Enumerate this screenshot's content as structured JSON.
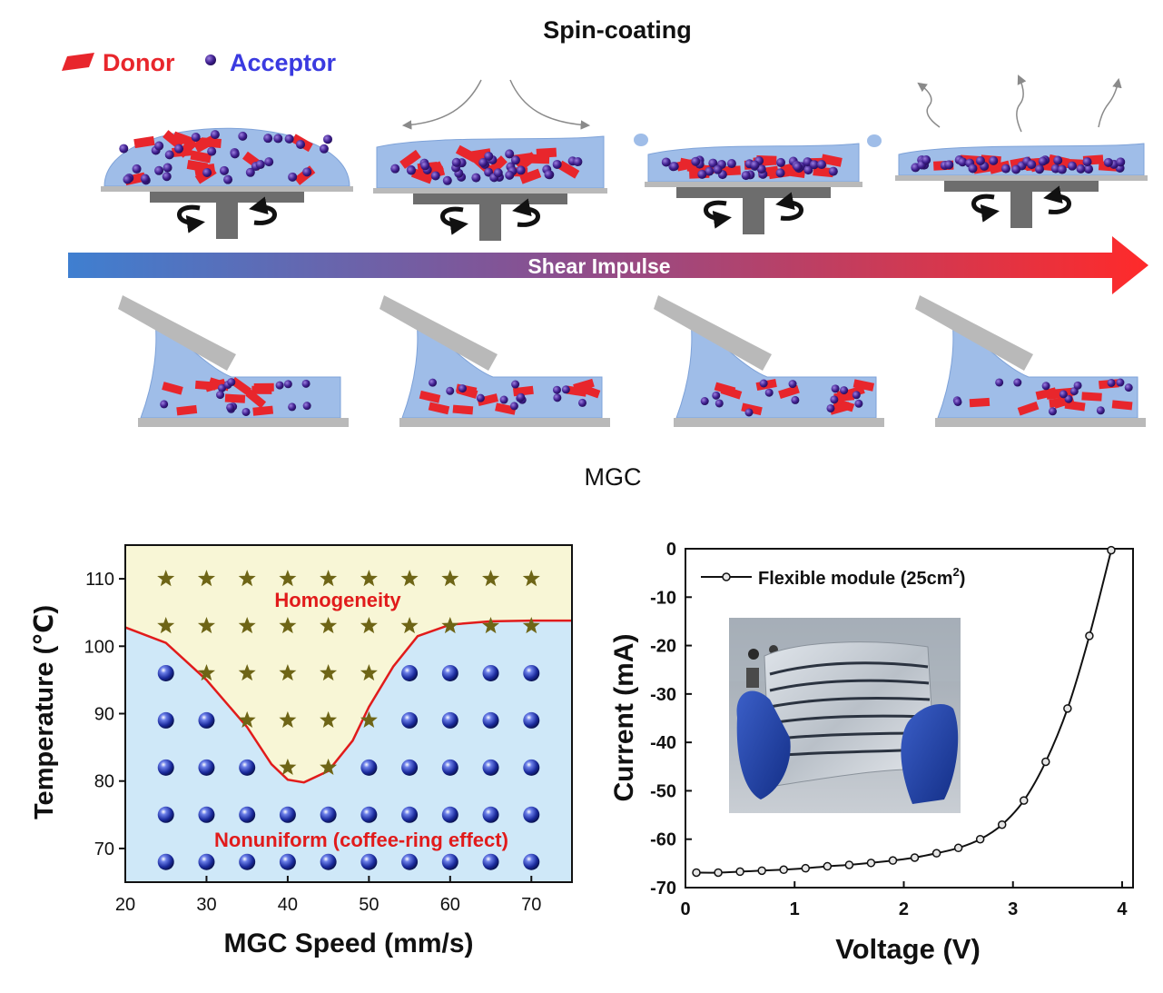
{
  "figure": {
    "top_title": "Spin-coating",
    "bottom_title": "MGC",
    "arrow_label": "Shear Impulse",
    "legend": {
      "donor": "Donor",
      "acceptor": "Acceptor"
    },
    "colors": {
      "donor": "#e8262c",
      "acceptor": "#3f1f8f",
      "solution": "#9fbde8",
      "arrow_start": "#3f7fd0",
      "arrow_end": "#ff2a2a"
    }
  },
  "chart_data": [
    {
      "type": "scatter",
      "title": "",
      "xlabel": "MGC Speed (mm/s)",
      "ylabel": "Temperature (℃)",
      "xlim": [
        20,
        75
      ],
      "ylim": [
        65,
        115
      ],
      "xticks": [
        20,
        30,
        40,
        50,
        60,
        70
      ],
      "yticks": [
        70,
        80,
        90,
        100,
        110
      ],
      "region_labels": {
        "top": "Homogeneity",
        "bottom": "Nonuniform (coffee-ring effect)"
      },
      "region_colors": {
        "top": "#f8f6d6",
        "bottom": "#cfe8f8",
        "boundary": "#e11b1b"
      },
      "boundary": [
        [
          20,
          102.8
        ],
        [
          25,
          100.5
        ],
        [
          30,
          95
        ],
        [
          35,
          88
        ],
        [
          38,
          82.5
        ],
        [
          40,
          80.2
        ],
        [
          42,
          79.8
        ],
        [
          45,
          81.5
        ],
        [
          48,
          86
        ],
        [
          50,
          91
        ],
        [
          53,
          97
        ],
        [
          56,
          101.5
        ],
        [
          60,
          103.2
        ],
        [
          65,
          103.7
        ],
        [
          70,
          103.8
        ],
        [
          75,
          103.8
        ]
      ],
      "series": [
        {
          "marker": "star",
          "color": "#6e6516",
          "points": [
            [
              25,
              110
            ],
            [
              30,
              110
            ],
            [
              35,
              110
            ],
            [
              40,
              110
            ],
            [
              45,
              110
            ],
            [
              50,
              110
            ],
            [
              55,
              110
            ],
            [
              60,
              110
            ],
            [
              65,
              110
            ],
            [
              70,
              110
            ],
            [
              25,
              103
            ],
            [
              30,
              103
            ],
            [
              35,
              103
            ],
            [
              40,
              103
            ],
            [
              45,
              103
            ],
            [
              50,
              103
            ],
            [
              55,
              103
            ],
            [
              60,
              103
            ],
            [
              65,
              103
            ],
            [
              70,
              103
            ],
            [
              30,
              96
            ],
            [
              35,
              96
            ],
            [
              40,
              96
            ],
            [
              45,
              96
            ],
            [
              50,
              96
            ],
            [
              35,
              89
            ],
            [
              40,
              89
            ],
            [
              45,
              89
            ],
            [
              50,
              89
            ],
            [
              40,
              82
            ],
            [
              45,
              82
            ]
          ]
        },
        {
          "marker": "sphere",
          "color": "#1a2a9c",
          "points": [
            [
              25,
              96
            ],
            [
              55,
              96
            ],
            [
              60,
              96
            ],
            [
              65,
              96
            ],
            [
              70,
              96
            ],
            [
              25,
              89
            ],
            [
              30,
              89
            ],
            [
              55,
              89
            ],
            [
              60,
              89
            ],
            [
              65,
              89
            ],
            [
              70,
              89
            ],
            [
              25,
              82
            ],
            [
              30,
              82
            ],
            [
              35,
              82
            ],
            [
              50,
              82
            ],
            [
              55,
              82
            ],
            [
              60,
              82
            ],
            [
              65,
              82
            ],
            [
              70,
              82
            ],
            [
              25,
              75
            ],
            [
              30,
              75
            ],
            [
              35,
              75
            ],
            [
              40,
              75
            ],
            [
              45,
              75
            ],
            [
              50,
              75
            ],
            [
              55,
              75
            ],
            [
              60,
              75
            ],
            [
              65,
              75
            ],
            [
              70,
              75
            ],
            [
              25,
              68
            ],
            [
              30,
              68
            ],
            [
              35,
              68
            ],
            [
              40,
              68
            ],
            [
              45,
              68
            ],
            [
              50,
              68
            ],
            [
              55,
              68
            ],
            [
              60,
              68
            ],
            [
              65,
              68
            ],
            [
              70,
              68
            ]
          ]
        }
      ]
    },
    {
      "type": "line",
      "title": "",
      "xlabel": "Voltage (V)",
      "ylabel": "Current  (mA)",
      "xlim": [
        0,
        4.1
      ],
      "ylim": [
        -70,
        0
      ],
      "xticks": [
        0,
        1,
        2,
        3,
        4
      ],
      "yticks": [
        0,
        -10,
        -20,
        -30,
        -40,
        -50,
        -60,
        -70
      ],
      "legend": "top-left",
      "series": [
        {
          "name": "Flexible module (25cm",
          "name_sup": "2",
          "name_tail": ")",
          "x": [
            0.1,
            0.3,
            0.5,
            0.7,
            0.9,
            1.1,
            1.3,
            1.5,
            1.7,
            1.9,
            2.1,
            2.3,
            2.5,
            2.7,
            2.9,
            3.1,
            3.3,
            3.5,
            3.7,
            3.9
          ],
          "y": [
            -66.9,
            -66.9,
            -66.7,
            -66.5,
            -66.3,
            -66.0,
            -65.6,
            -65.3,
            -64.9,
            -64.4,
            -63.8,
            -62.9,
            -61.8,
            -60.0,
            -57.0,
            -52.0,
            -44.0,
            -33.0,
            -18.0,
            -0.3
          ]
        }
      ],
      "inset": "photo"
    }
  ]
}
